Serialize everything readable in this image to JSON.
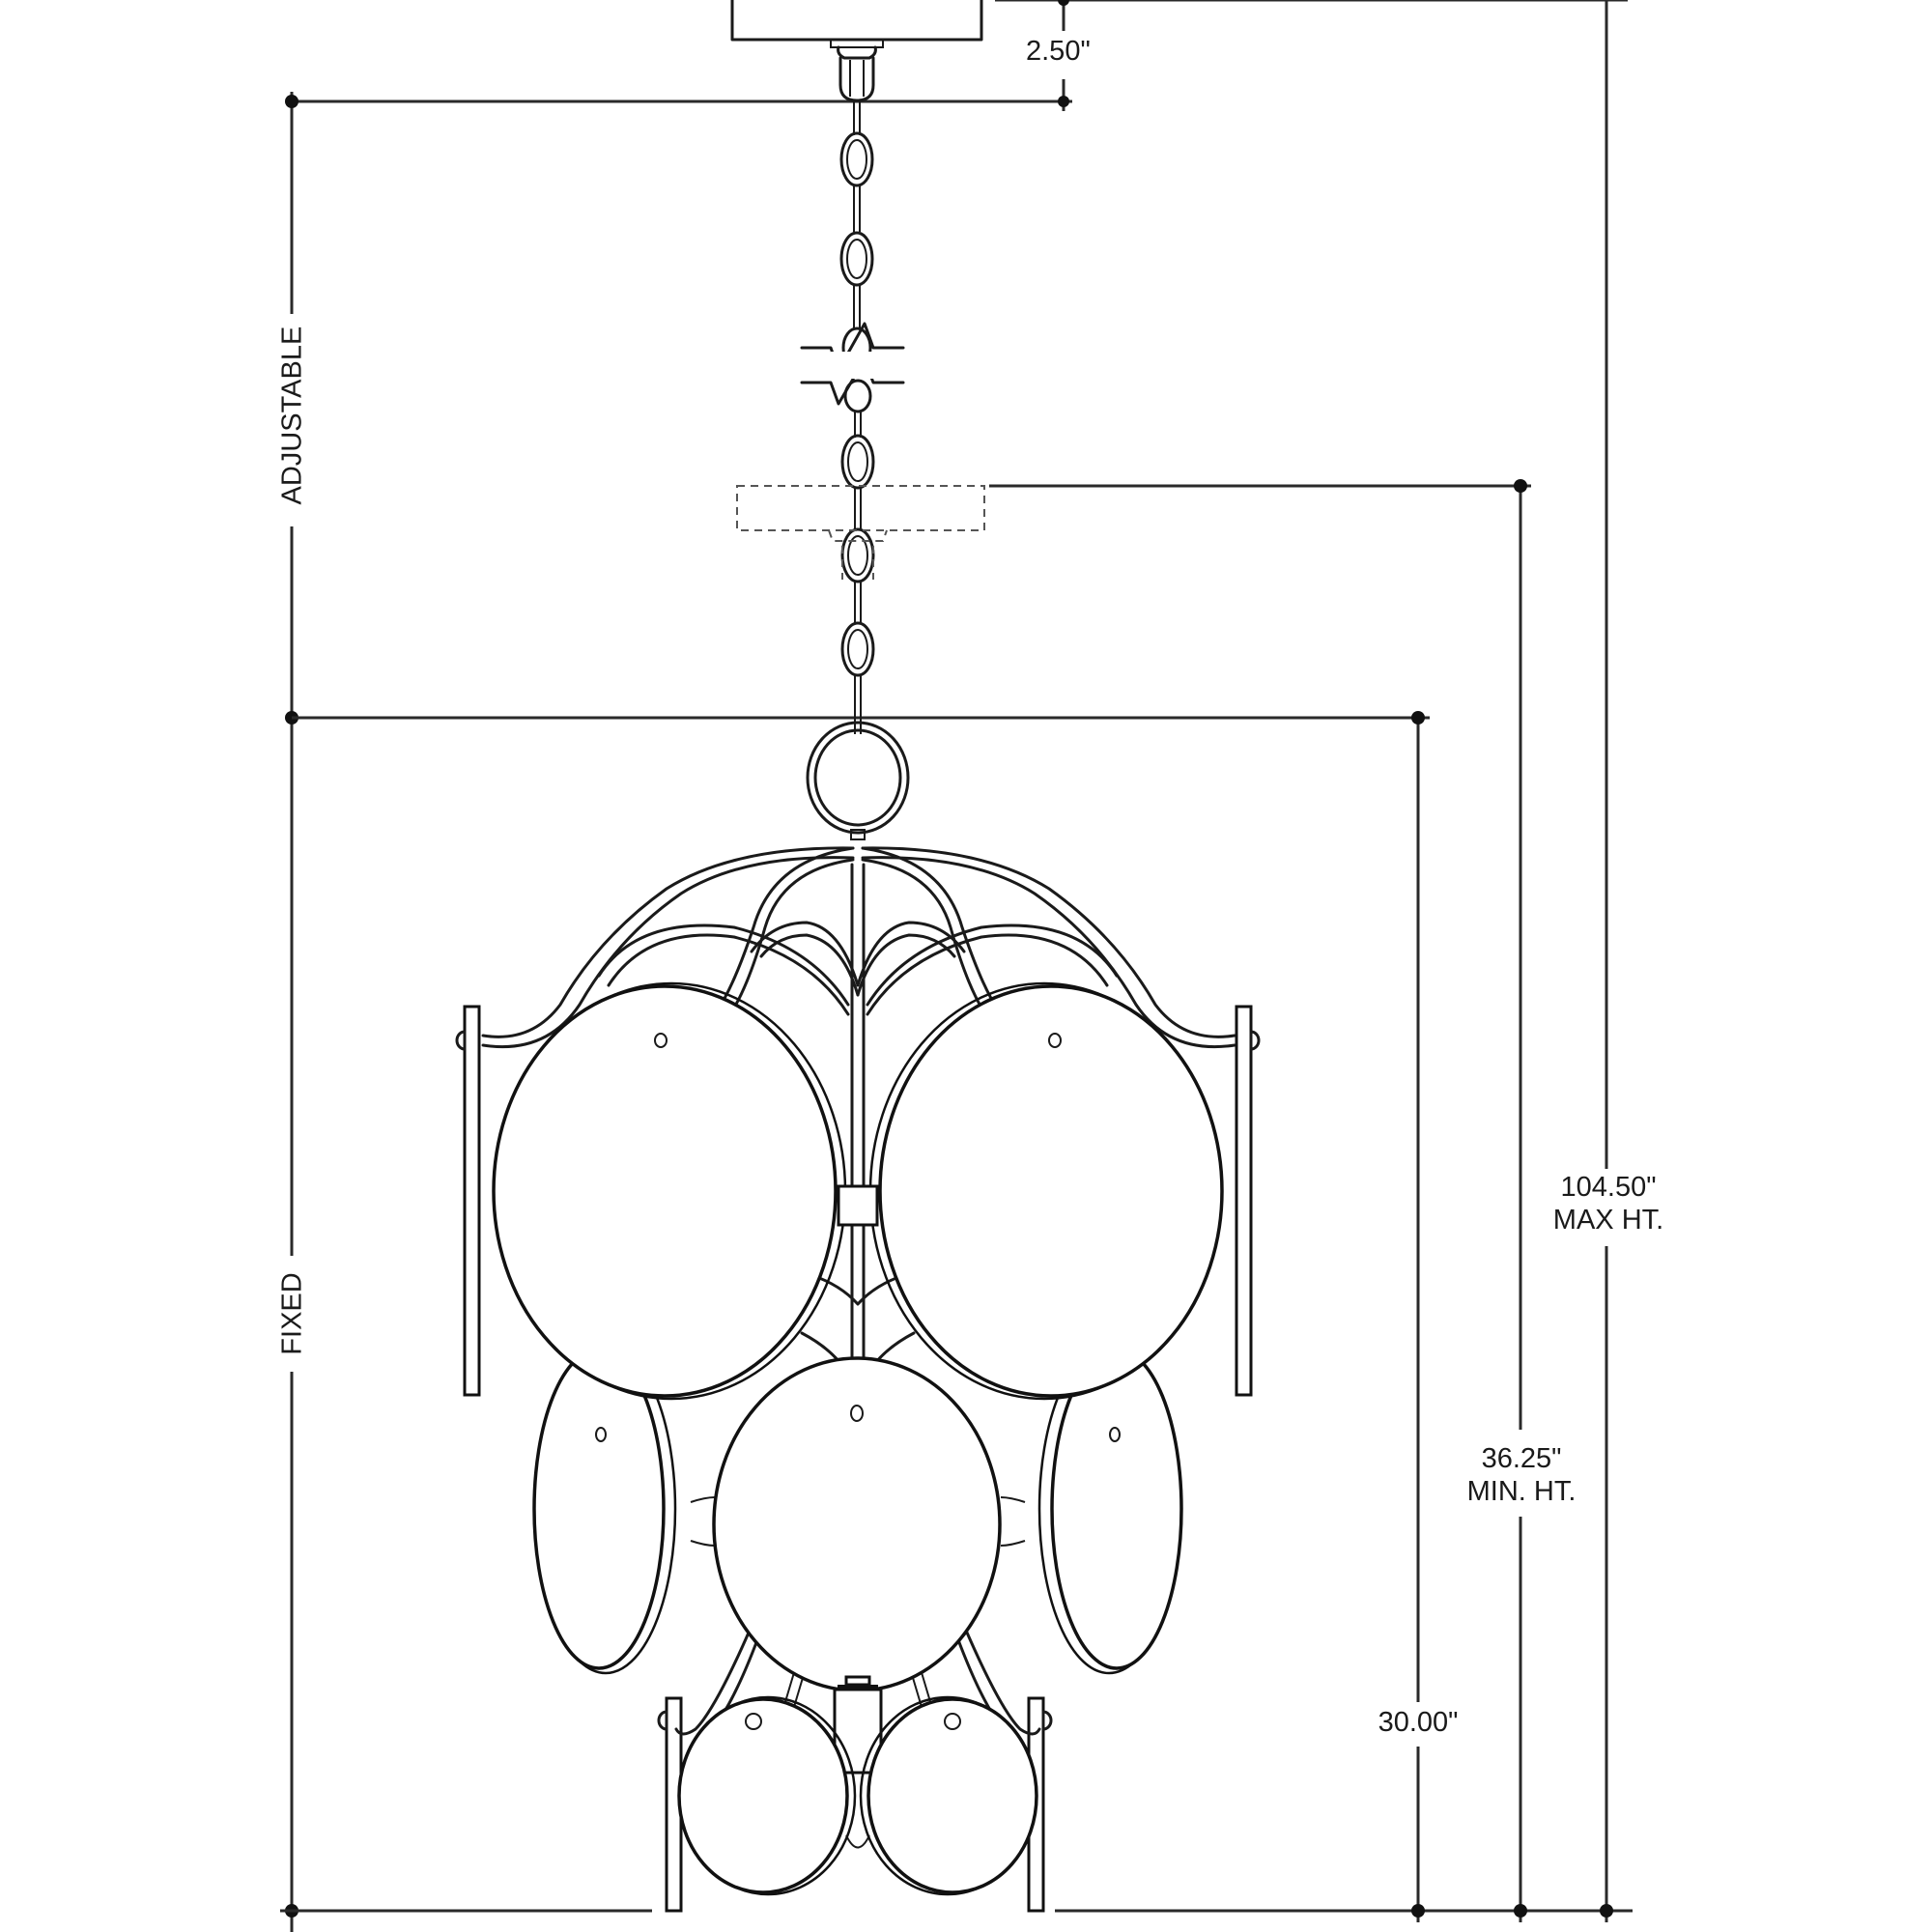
{
  "drawing": {
    "subject": "Chandelier dimension drawing",
    "colors": {
      "line": "#1a1a1a",
      "background": "#ffffff",
      "hidden_line": "#555555"
    }
  },
  "dimensions": {
    "canopy_height": {
      "value": "2.50\""
    },
    "adjustable": {
      "label": "ADJUSTABLE"
    },
    "fixed": {
      "label": "FIXED"
    },
    "max_height": {
      "value": "104.50\"",
      "caption": "MAX HT."
    },
    "min_height": {
      "value": "36.25\"",
      "caption": "MIN. HT."
    },
    "body_height": {
      "value": "30.00\""
    }
  }
}
